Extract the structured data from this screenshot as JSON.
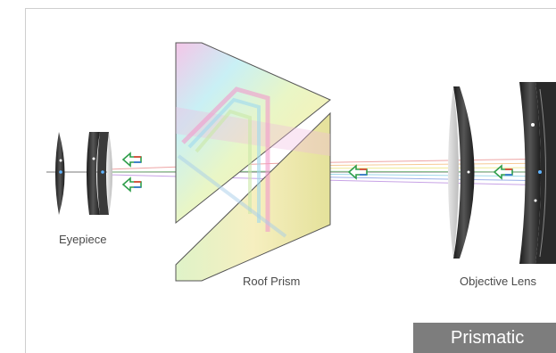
{
  "labels": {
    "eyepiece": "Eyepiece",
    "prism": "Roof Prism",
    "objective": "Objective Lens"
  },
  "badge": "Prismatic",
  "colors": {
    "lens_dark": "#2b2b2b",
    "lens_light": "#d9d9d9",
    "badge_bg": "#7d7d7d",
    "arrow_red": "#e23b2e",
    "arrow_green": "#2f9e4b",
    "arrow_blue": "#2c6fd1"
  }
}
